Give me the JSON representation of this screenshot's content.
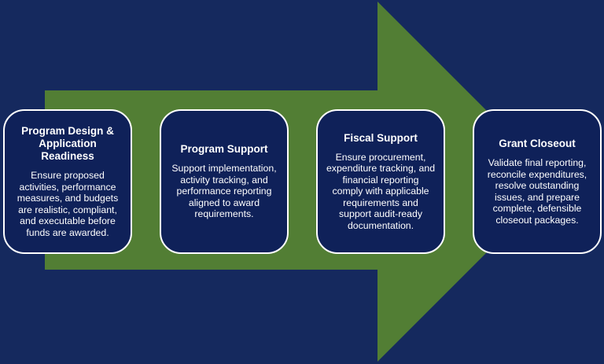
{
  "colors": {
    "bg": "#15295e",
    "arrow": "#527e34",
    "card_bg": "#0f2159",
    "card_border": "#ffffff",
    "text": "#ffffff"
  },
  "diagram": {
    "type": "process-flow-block-arrow",
    "direction": "right",
    "stages": [
      {
        "title": "Program Design &\nApplication\nReadiness",
        "description": "Ensure proposed\nactivities, performance\nmeasures, and budgets\nare realistic, compliant,\nand executable before\nfunds are awarded."
      },
      {
        "title": "Program Support",
        "description": "Support implementation,\nactivity tracking, and\nperformance reporting\naligned to award\nrequirements."
      },
      {
        "title": "Fiscal Support",
        "description": "Ensure procurement,\nexpenditure tracking, and\nfinancial reporting\ncomply with applicable\nrequirements and\nsupport audit-ready\ndocumentation."
      },
      {
        "title": "Grant Closeout",
        "description": "Validate final reporting,\nreconcile expenditures,\nresolve outstanding\nissues, and prepare\ncomplete, defensible\ncloseout packages."
      }
    ]
  }
}
